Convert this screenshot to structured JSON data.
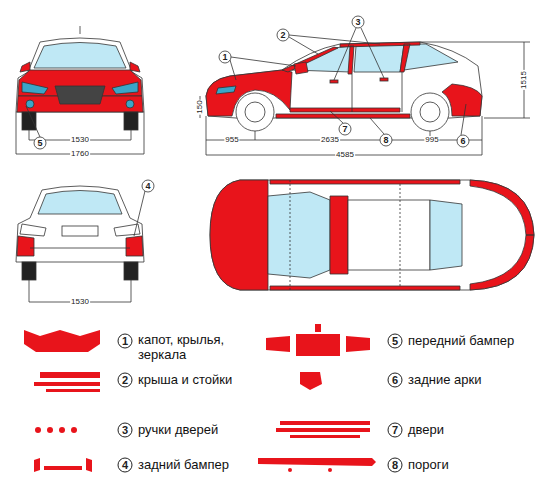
{
  "diagram": {
    "labels": [
      "5",
      "1530",
      "1760",
      "1",
      "2",
      "3",
      "150",
      "955",
      "2635",
      "995",
      "7",
      "8",
      "6",
      "4585",
      "1515",
      "4",
      "1530",
      "1",
      "5",
      "2",
      "6",
      "3",
      "7",
      "4",
      "8"
    ],
    "legend": [
      {
        "text": "капот, крылья, зеркала"
      },
      {
        "text": "передний бампер"
      },
      {
        "text": "крыша и стойки"
      },
      {
        "text": "задние арки"
      },
      {
        "text": "ручки дверей"
      },
      {
        "text": "двери"
      },
      {
        "text": "задний бампер"
      },
      {
        "text": "пороги"
      }
    ]
  }
}
